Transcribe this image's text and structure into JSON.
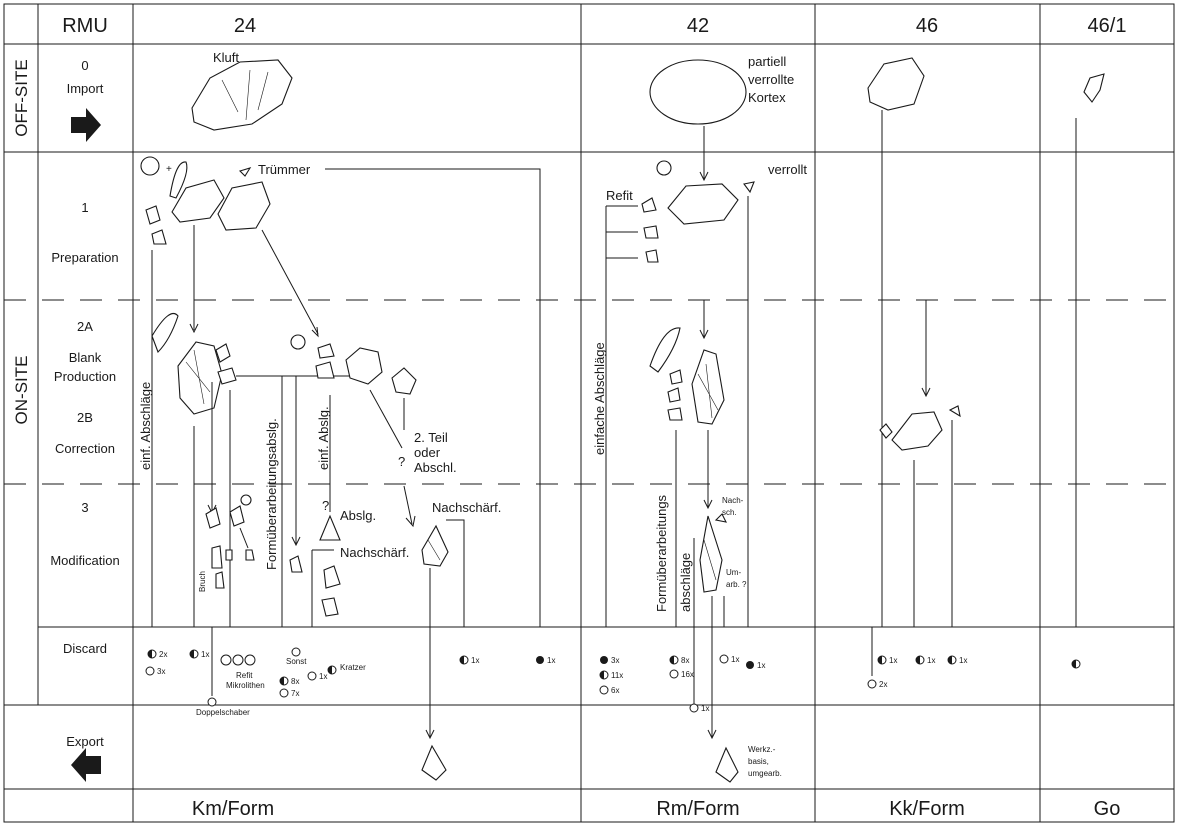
{
  "header": {
    "rmu_label": "RMU",
    "columns": [
      "24",
      "42",
      "46",
      "46/1"
    ]
  },
  "side_labels": {
    "off_site": "OFF-SITE",
    "on_site": "ON-SITE"
  },
  "stages": {
    "s0_num": "0",
    "s0_name": "Import",
    "s1_num": "1",
    "s1_name": "Preparation",
    "s2a_num": "2A",
    "s2a_name_1": "Blank",
    "s2a_name_2": "Production",
    "s2b_num": "2B",
    "s2b_name": "Correction",
    "s3_num": "3",
    "s3_name": "Modification",
    "discard": "Discard",
    "export": "Export"
  },
  "footer": [
    "Km/Form",
    "Rm/Form",
    "Kk/Form",
    "Go"
  ],
  "annotations": {
    "kluft": "Kluft",
    "partiell": "partiell",
    "verrollte": "verrollte",
    "kortex": "Kortex",
    "truemmer": "Trümmer",
    "verrollt": "verrollt",
    "refit": "Refit",
    "plus": "+",
    "einf_abschlaege": "einf. Abschläge",
    "formueberarbeitungsabslg": "Formüberarbeitungsabslg.",
    "einf_abslg": "einf. Abslg.",
    "q": "?",
    "zweiter_teil_1": "2. Teil",
    "zweiter_teil_2": "oder",
    "zweiter_teil_3": "Abschl.",
    "einfache_abschlaege": "einfache Abschläge",
    "formueberarbeitungs": "Formüberarbeitungs",
    "abschlaege": "abschläge",
    "bruch": "Bruch",
    "q_abslg": "?",
    "abslg": "Abslg.",
    "nachschaerf_1": "Nachschärf.",
    "nachschaerf_2": "Nachschärf.",
    "nach": "Nach-",
    "sch": "sch.",
    "umarb_1": "Um-",
    "umarb_2": "arb. ?"
  },
  "discard": {
    "d_2x": "2x",
    "d_3x": "3x",
    "d_1x_a": "1x",
    "refit": "Refit",
    "mikrolithen": "Mikrolithen",
    "doppelschaber": "Doppelschaber",
    "sonst": "Sonst",
    "d_8x": "8x",
    "d_7x": "7x",
    "d_1x_b": "1x",
    "kratzer": "Kratzer",
    "d_1x_c": "1x",
    "d_1x_d": "1x",
    "r_3x": "3x",
    "r_11x": "11x",
    "r_6x": "6x",
    "r_8x": "8x",
    "r_16x": "16x",
    "r_1x_a": "1x",
    "r_1x_b": "1x",
    "r_1x_c": "1x",
    "k_1x_a": "1x",
    "k_1x_b": "1x",
    "k_1x_c": "1x",
    "k_2x": "2x"
  },
  "export_note": {
    "line1": "Werkz.-",
    "line2": "basis,",
    "line3": "umgearb."
  }
}
